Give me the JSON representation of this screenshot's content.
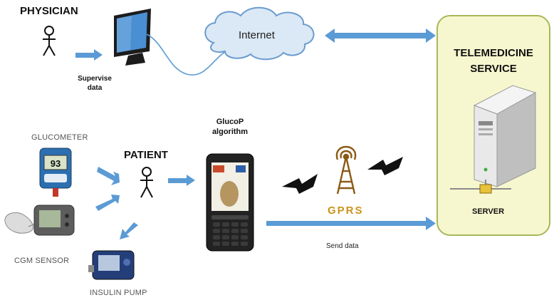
{
  "labels": {
    "physician": "PHYSICIAN",
    "supervise_data": "Supervise\ndata",
    "internet": "Internet",
    "telemedicine": "TELEMEDICINE\nSERVICE",
    "server": "SERVER",
    "glucometer": "GLUCOMETER",
    "patient": "PATIENT",
    "glucop": "GlucoP\nalgorithm",
    "cgm_sensor": "CGM SENSOR",
    "insulin_pump": "INSULIN PUMP",
    "gprs": "GPRS",
    "send_data": "Send data",
    "glucometer_reading": "93"
  },
  "colors": {
    "arrow_blue": "#5b9bd5",
    "cloud_fill": "#dbe8f5",
    "service_panel": "#f7f7cf",
    "gprs_gold": "#c8941a"
  }
}
